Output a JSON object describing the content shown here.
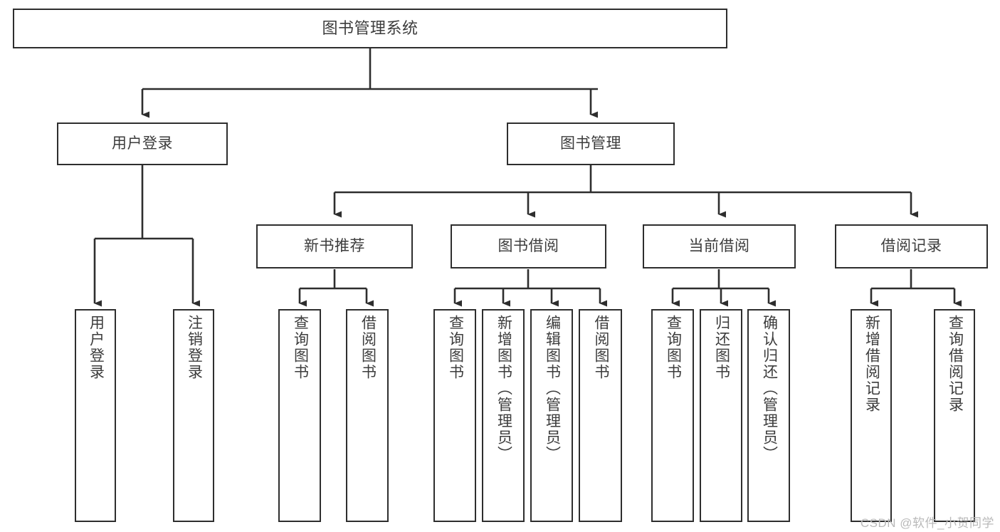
{
  "diagram": {
    "title": "图书管理系统",
    "type": "tree-hierarchy",
    "watermark": "CSDN @软件_小贺同学",
    "colors": {
      "box_border": "#2e2e2e",
      "box_fill": "#ffffff",
      "text": "#3c3c3c",
      "connector": "#2e2e2e",
      "watermark": "#b9b9b9"
    },
    "level1": {
      "label": "图书管理系统"
    },
    "level2": [
      {
        "label": "用户登录"
      },
      {
        "label": "图书管理"
      }
    ],
    "level3": [
      {
        "label": "新书推荐"
      },
      {
        "label": "图书借阅"
      },
      {
        "label": "当前借阅"
      },
      {
        "label": "借阅记录"
      }
    ],
    "leaves": {
      "user_login": [
        {
          "label": "用户登录"
        },
        {
          "label": "注销登录"
        }
      ],
      "new_book": [
        {
          "label": "查询图书"
        },
        {
          "label": "借阅图书"
        }
      ],
      "book_borrow": [
        {
          "label": "查询图书"
        },
        {
          "label": "新增图书（管理员）"
        },
        {
          "label": "编辑图书（管理员）"
        },
        {
          "label": "借阅图书"
        }
      ],
      "current_borrow": [
        {
          "label": "查询图书"
        },
        {
          "label": "归还图书"
        },
        {
          "label": "确认归还（管理员）"
        }
      ],
      "borrow_record": [
        {
          "label": "新增借阅记录"
        },
        {
          "label": "查询借阅记录"
        }
      ]
    }
  }
}
